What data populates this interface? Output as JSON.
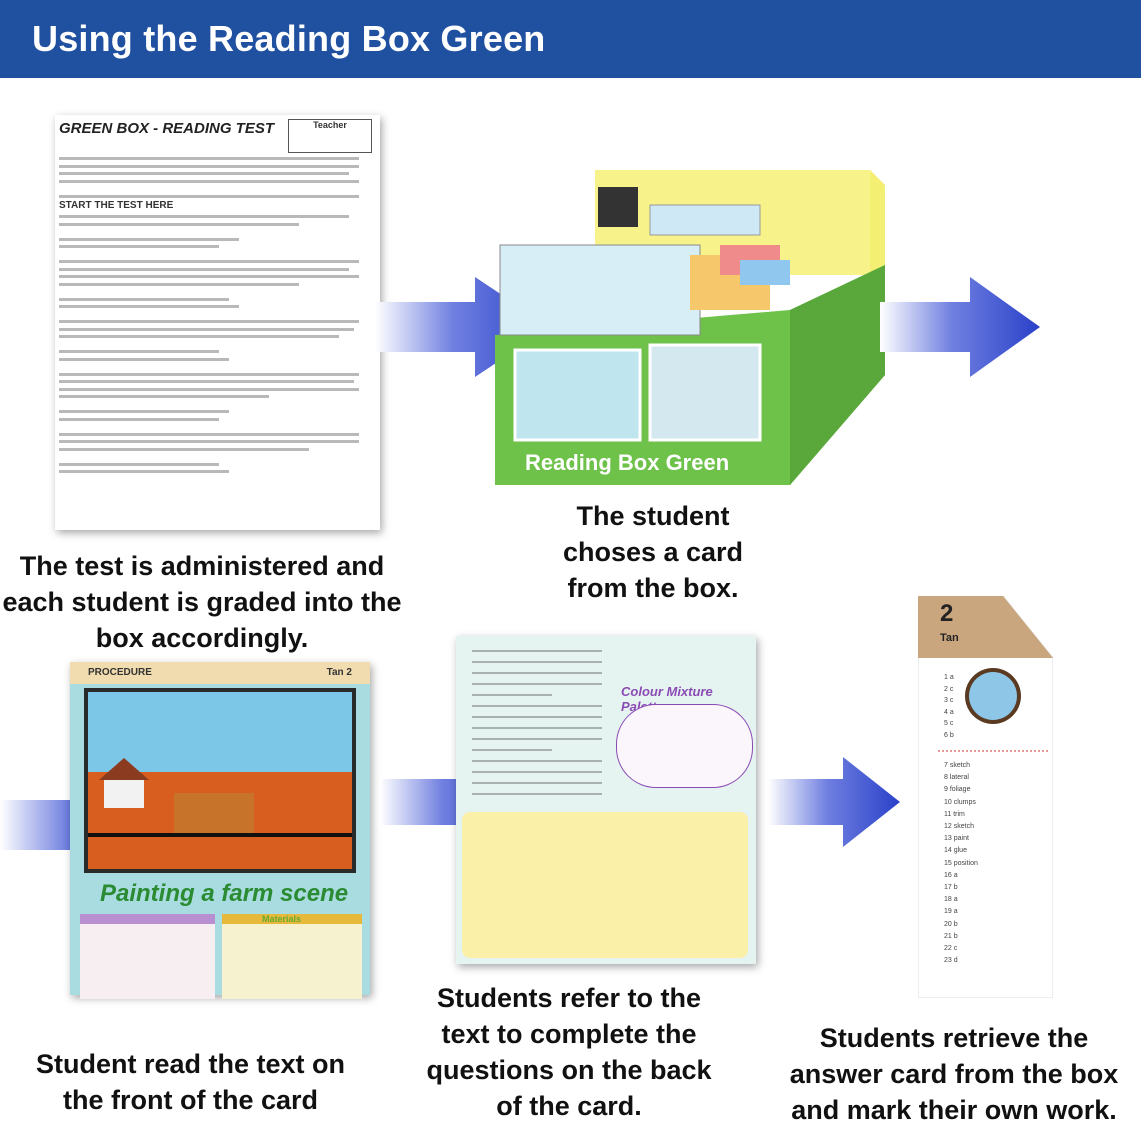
{
  "header": {
    "title": "Using the Reading Box Green"
  },
  "colors": {
    "header_bg": "#2050a0",
    "arrow": "#2a41c9",
    "box_green": "#6ec24a",
    "box_yellow": "#f3ef73"
  },
  "test_sheet": {
    "title": "GREEN BOX - READING TEST",
    "teacher_label": "Teacher",
    "start_label": "START THE TEST HERE"
  },
  "box": {
    "label": "Reading Box Green"
  },
  "front_card": {
    "header": "PROCEDURE",
    "tag": "Tan  2",
    "scene_title": "Painting a farm scene",
    "materials_label": "Materials"
  },
  "back_card": {
    "palette_title": "Colour Mixture Palette"
  },
  "answer_card": {
    "number": "2",
    "color": "Tan",
    "answers": [
      "1 a",
      "2 c",
      "3 c",
      "4 a",
      "5 c",
      "6 b",
      "7 sketch",
      "8 lateral",
      "9 foliage",
      "10 clumps",
      "11 trim",
      "12 sketch",
      "13 paint",
      "14 glue",
      "15 position",
      "16 a",
      "17 b",
      "18 a",
      "19 a",
      "20 b",
      "21 b",
      "22 c",
      "23 d"
    ]
  },
  "captions": {
    "step1": "The test is administered and each student is graded into the box accordingly.",
    "step2": "The student choses a card from the box.",
    "step3": "Student read the text on the front of the card",
    "step4": "Students refer to the text to complete the questions on the back of the card.",
    "step5": "Students retrieve the answer card from the box and mark their own work."
  }
}
